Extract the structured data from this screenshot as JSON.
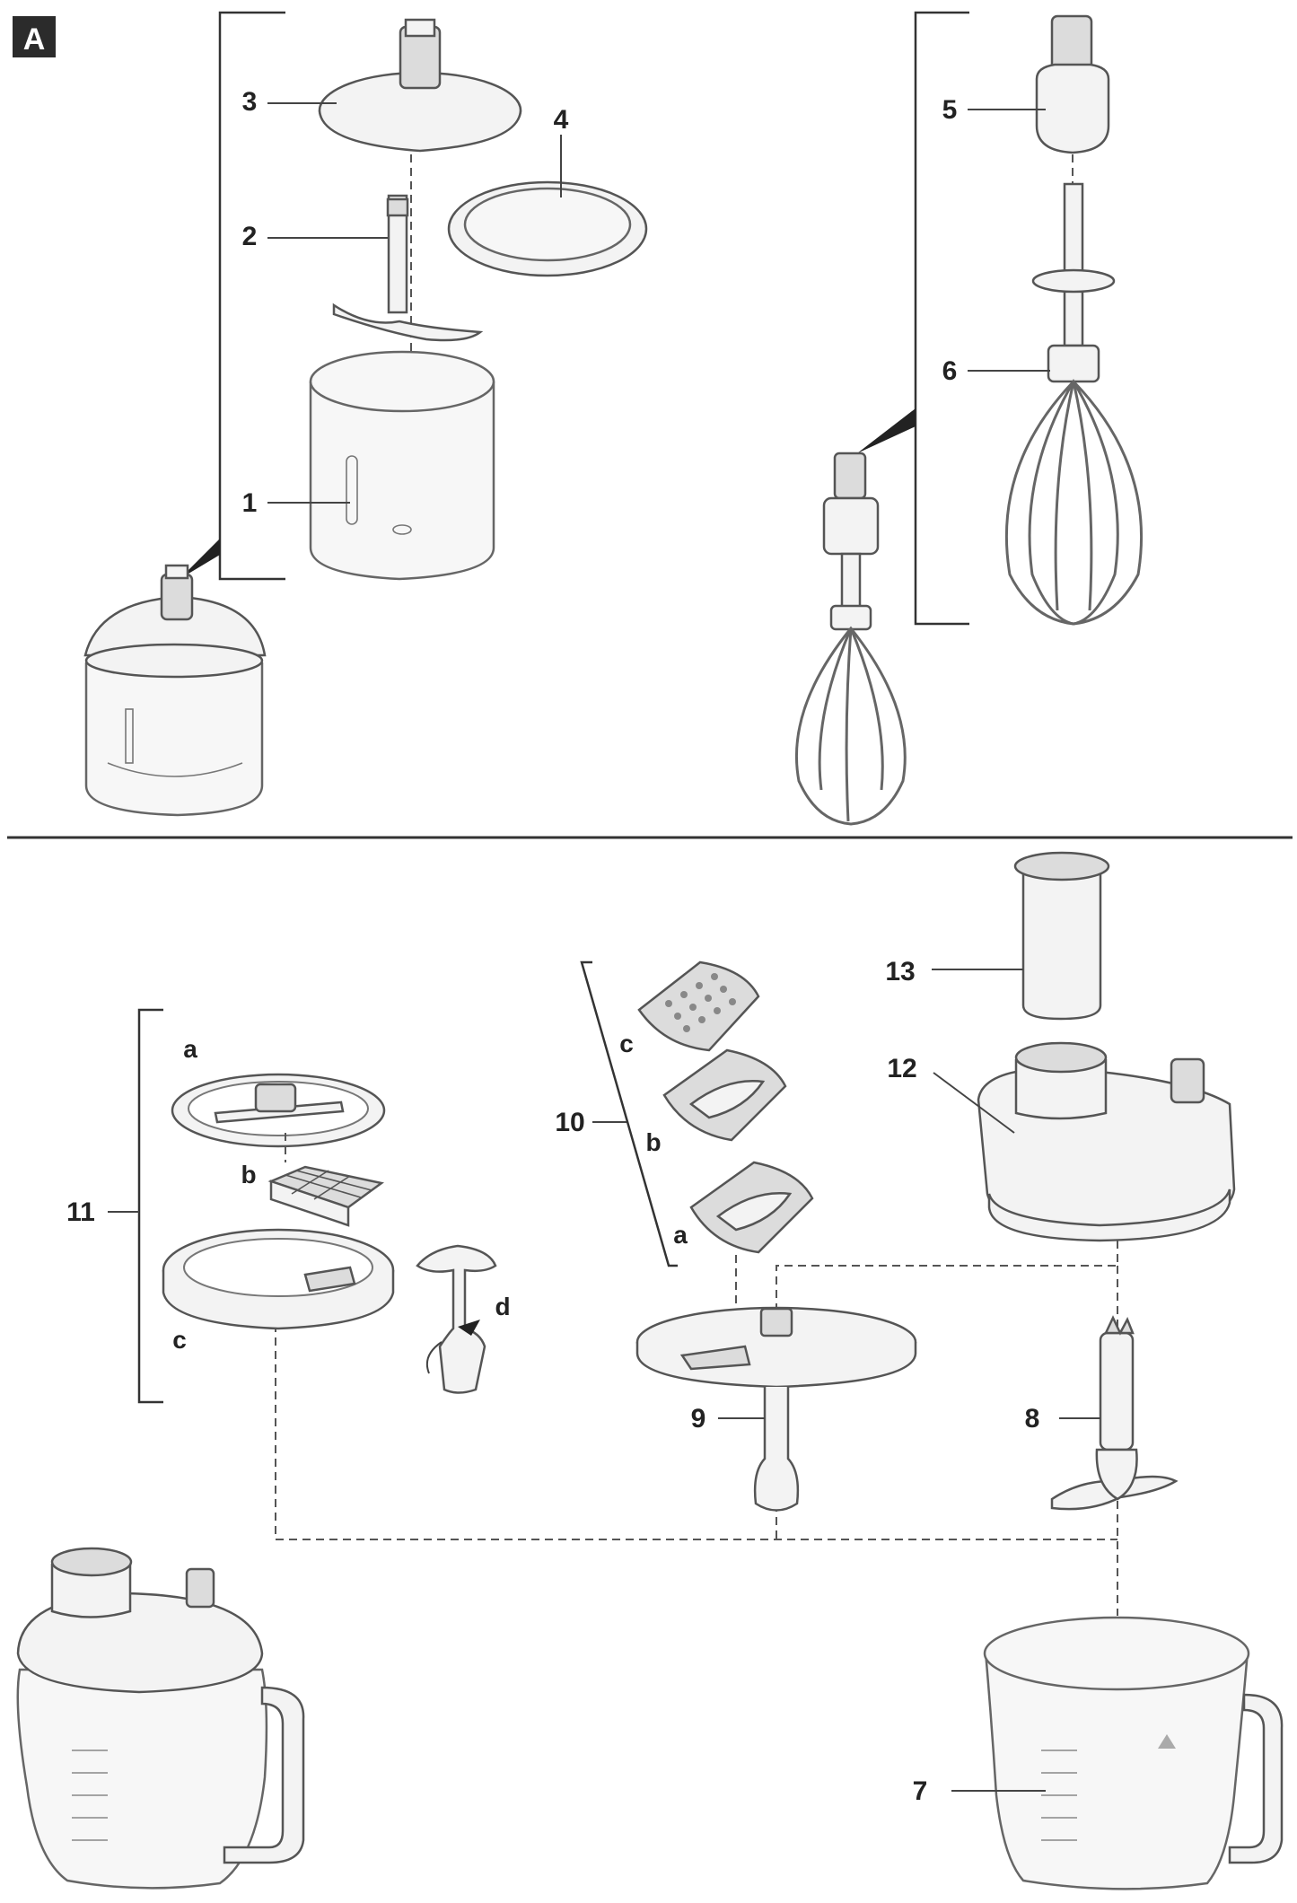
{
  "badge": "A",
  "top_labels": {
    "l1": "1",
    "l2": "2",
    "l3": "3",
    "l4": "4",
    "l5": "5",
    "l6": "6"
  },
  "bottom_labels": {
    "l7": "7",
    "l8": "8",
    "l9": "9",
    "l10": "10",
    "l11": "11",
    "l12": "12",
    "l13": "13",
    "p11a": "a",
    "p11b": "b",
    "p11c": "c",
    "p11d": "d",
    "p10a": "a",
    "p10b": "b",
    "p10c": "c"
  },
  "colors": {
    "line": "#444444",
    "fill": "#f3f3f3",
    "badge_bg": "#2b2b2b"
  }
}
